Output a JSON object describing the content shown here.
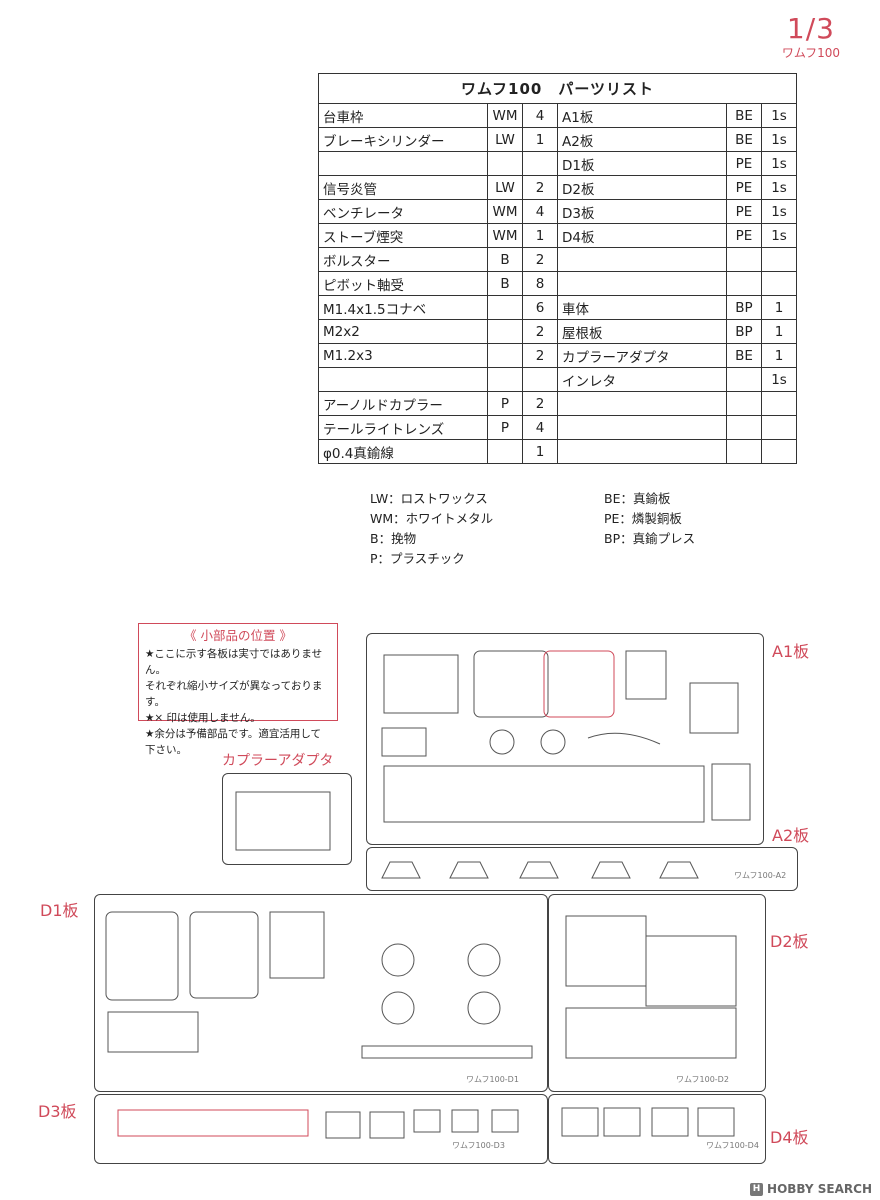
{
  "page": {
    "number": "1/3",
    "model": "ワムフ100"
  },
  "table": {
    "title": "ワムフ100　パーツリスト",
    "rows": [
      {
        "left": {
          "name": "台車枠",
          "mat": "WM",
          "qty": "4"
        },
        "right": {
          "name": "A1板",
          "mat": "BE",
          "qty": "1s"
        }
      },
      {
        "left": {
          "name": "ブレーキシリンダー",
          "mat": "LW",
          "qty": "1"
        },
        "right": {
          "name": "A2板",
          "mat": "BE",
          "qty": "1s"
        }
      },
      {
        "left": {
          "name": "",
          "mat": "",
          "qty": ""
        },
        "right": {
          "name": "D1板",
          "mat": "PE",
          "qty": "1s"
        }
      },
      {
        "left": {
          "name": "信号炎管",
          "mat": "LW",
          "qty": "2"
        },
        "right": {
          "name": "D2板",
          "mat": "PE",
          "qty": "1s"
        }
      },
      {
        "left": {
          "name": "ベンチレータ",
          "mat": "WM",
          "qty": "4"
        },
        "right": {
          "name": "D3板",
          "mat": "PE",
          "qty": "1s"
        }
      },
      {
        "left": {
          "name": "ストーブ煙突",
          "mat": "WM",
          "qty": "1"
        },
        "right": {
          "name": "D4板",
          "mat": "PE",
          "qty": "1s"
        }
      },
      {
        "left": {
          "name": "ボルスター",
          "mat": "B",
          "qty": "2"
        },
        "right": {
          "name": "",
          "mat": "",
          "qty": ""
        }
      },
      {
        "left": {
          "name": "ピボット軸受",
          "mat": "B",
          "qty": "8"
        },
        "right": {
          "name": "",
          "mat": "",
          "qty": ""
        }
      },
      {
        "left": {
          "name": "M1.4x1.5コナベ",
          "mat": "",
          "qty": "6"
        },
        "right": {
          "name": "車体",
          "mat": "BP",
          "qty": "1"
        }
      },
      {
        "left": {
          "name": "M2x2",
          "mat": "",
          "qty": "2"
        },
        "right": {
          "name": "屋根板",
          "mat": "BP",
          "qty": "1"
        }
      },
      {
        "left": {
          "name": "M1.2x3",
          "mat": "",
          "qty": "2"
        },
        "right": {
          "name": "カプラーアダプタ",
          "mat": "BE",
          "qty": "1"
        }
      },
      {
        "left": {
          "name": "",
          "mat": "",
          "qty": ""
        },
        "right": {
          "name": "インレタ",
          "mat": "",
          "qty": "1s"
        }
      },
      {
        "left": {
          "name": "アーノルドカプラー",
          "mat": "P",
          "qty": "2"
        },
        "right": {
          "name": "",
          "mat": "",
          "qty": ""
        }
      },
      {
        "left": {
          "name": "テールライトレンズ",
          "mat": "P",
          "qty": "4"
        },
        "right": {
          "name": "",
          "mat": "",
          "qty": ""
        }
      },
      {
        "left": {
          "name": "φ0.4真鍮線",
          "mat": "",
          "qty": "1"
        },
        "right": {
          "name": "",
          "mat": "",
          "qty": ""
        }
      }
    ]
  },
  "legend_left": [
    "LW：ロストワックス",
    "WM：ホワイトメタル",
    "B：挽物",
    "P：プラスチック"
  ],
  "legend_right": [
    "BE：真鍮板",
    "PE：燐製銅板",
    "BP：真鍮プレス"
  ],
  "notice": {
    "title": "《 小部品の位置 》",
    "lines": [
      "★ここに示す各板は実寸ではありません。",
      "それぞれ縮小サイズが異なっております。",
      "★× 印は使用しません。",
      "★余分は予備部品です。適宜活用して下さい。"
    ]
  },
  "sheet_labels": {
    "a1": "A1板",
    "a2": "A2板",
    "coupler": "カプラーアダプタ",
    "d1": "D1板",
    "d2": "D2板",
    "d3": "D3板",
    "d4": "D4板"
  },
  "etched_marks": {
    "a2": "ワムフ100-A2",
    "d1": "ワムフ100-D1",
    "d2": "ワムフ100-D2",
    "d3": "ワムフ100-D3",
    "d4": "ワムフ100-D4"
  },
  "watermark": "HOBBY SEARCH",
  "colors": {
    "accent": "#d04a5a",
    "line": "#333333"
  }
}
